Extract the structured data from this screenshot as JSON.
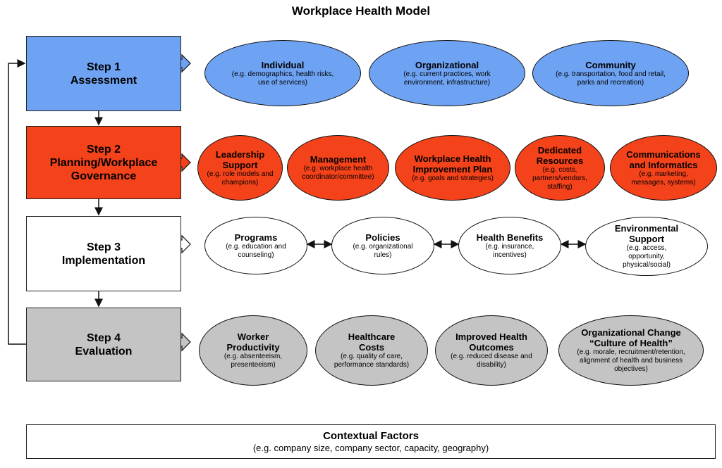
{
  "title": "Workplace Health Model",
  "steps": [
    {
      "line1": "Step 1",
      "line2": "Assessment",
      "line3": ""
    },
    {
      "line1": "Step 2",
      "line2": "Planning/Workplace",
      "line3": "Governance"
    },
    {
      "line1": "Step 3",
      "line2": "Implementation",
      "line3": ""
    },
    {
      "line1": "Step 4",
      "line2": "Evaluation",
      "line3": ""
    }
  ],
  "assessment": [
    {
      "title": "Individual",
      "desc": "(e.g. demographics, health risks, use of services)"
    },
    {
      "title": "Organizational",
      "desc": "(e.g. current practices, work environment, infrastructure)"
    },
    {
      "title": "Community",
      "desc": "(e.g. transportation, food and retail, parks and recreation)"
    }
  ],
  "planning": [
    {
      "title": "Leadership Support",
      "desc": "(e.g. role models and champions)"
    },
    {
      "title": "Management",
      "desc": "(e.g. workplace health coordinator/committee)"
    },
    {
      "title": "Workplace Health Improvement Plan",
      "desc": "(e.g. goals and strategies)"
    },
    {
      "title": "Dedicated Resources",
      "desc": "(e.g. costs, partners/vendors, staffing)"
    },
    {
      "title": "Communications and Informatics",
      "desc": "(e.g. marketing, messages, systems)"
    }
  ],
  "implementation": [
    {
      "title": "Programs",
      "desc": "(e.g. education and counseling)"
    },
    {
      "title": "Policies",
      "desc": "(e.g. organizational rules)"
    },
    {
      "title": "Health Benefits",
      "desc": "(e.g. insurance, incentives)"
    },
    {
      "title": "Environmental Support",
      "desc": "(e.g. access, opportunity, physical/social)"
    }
  ],
  "evaluation": [
    {
      "title": "Worker Productivity",
      "desc": "(e.g. absenteeism, presenteeism)"
    },
    {
      "title": "Healthcare Costs",
      "desc": "(e.g. quality of care, performance standards)"
    },
    {
      "title": "Improved Health Outcomes",
      "desc": "(e.g. reduced disease and disability)"
    },
    {
      "title": "Organizational Change “Culture of Health”",
      "desc": "(e.g. morale, recruitment/retention, alignment of health and business objectives)"
    }
  ],
  "contextual": {
    "title": "Contextual Factors",
    "desc": "(e.g. company size, company sector, capacity, geography)"
  },
  "colors": {
    "assessment": "#6ea3f3",
    "planning": "#f4421a",
    "implementation": "#ffffff",
    "evaluation": "#c4c4c4"
  }
}
